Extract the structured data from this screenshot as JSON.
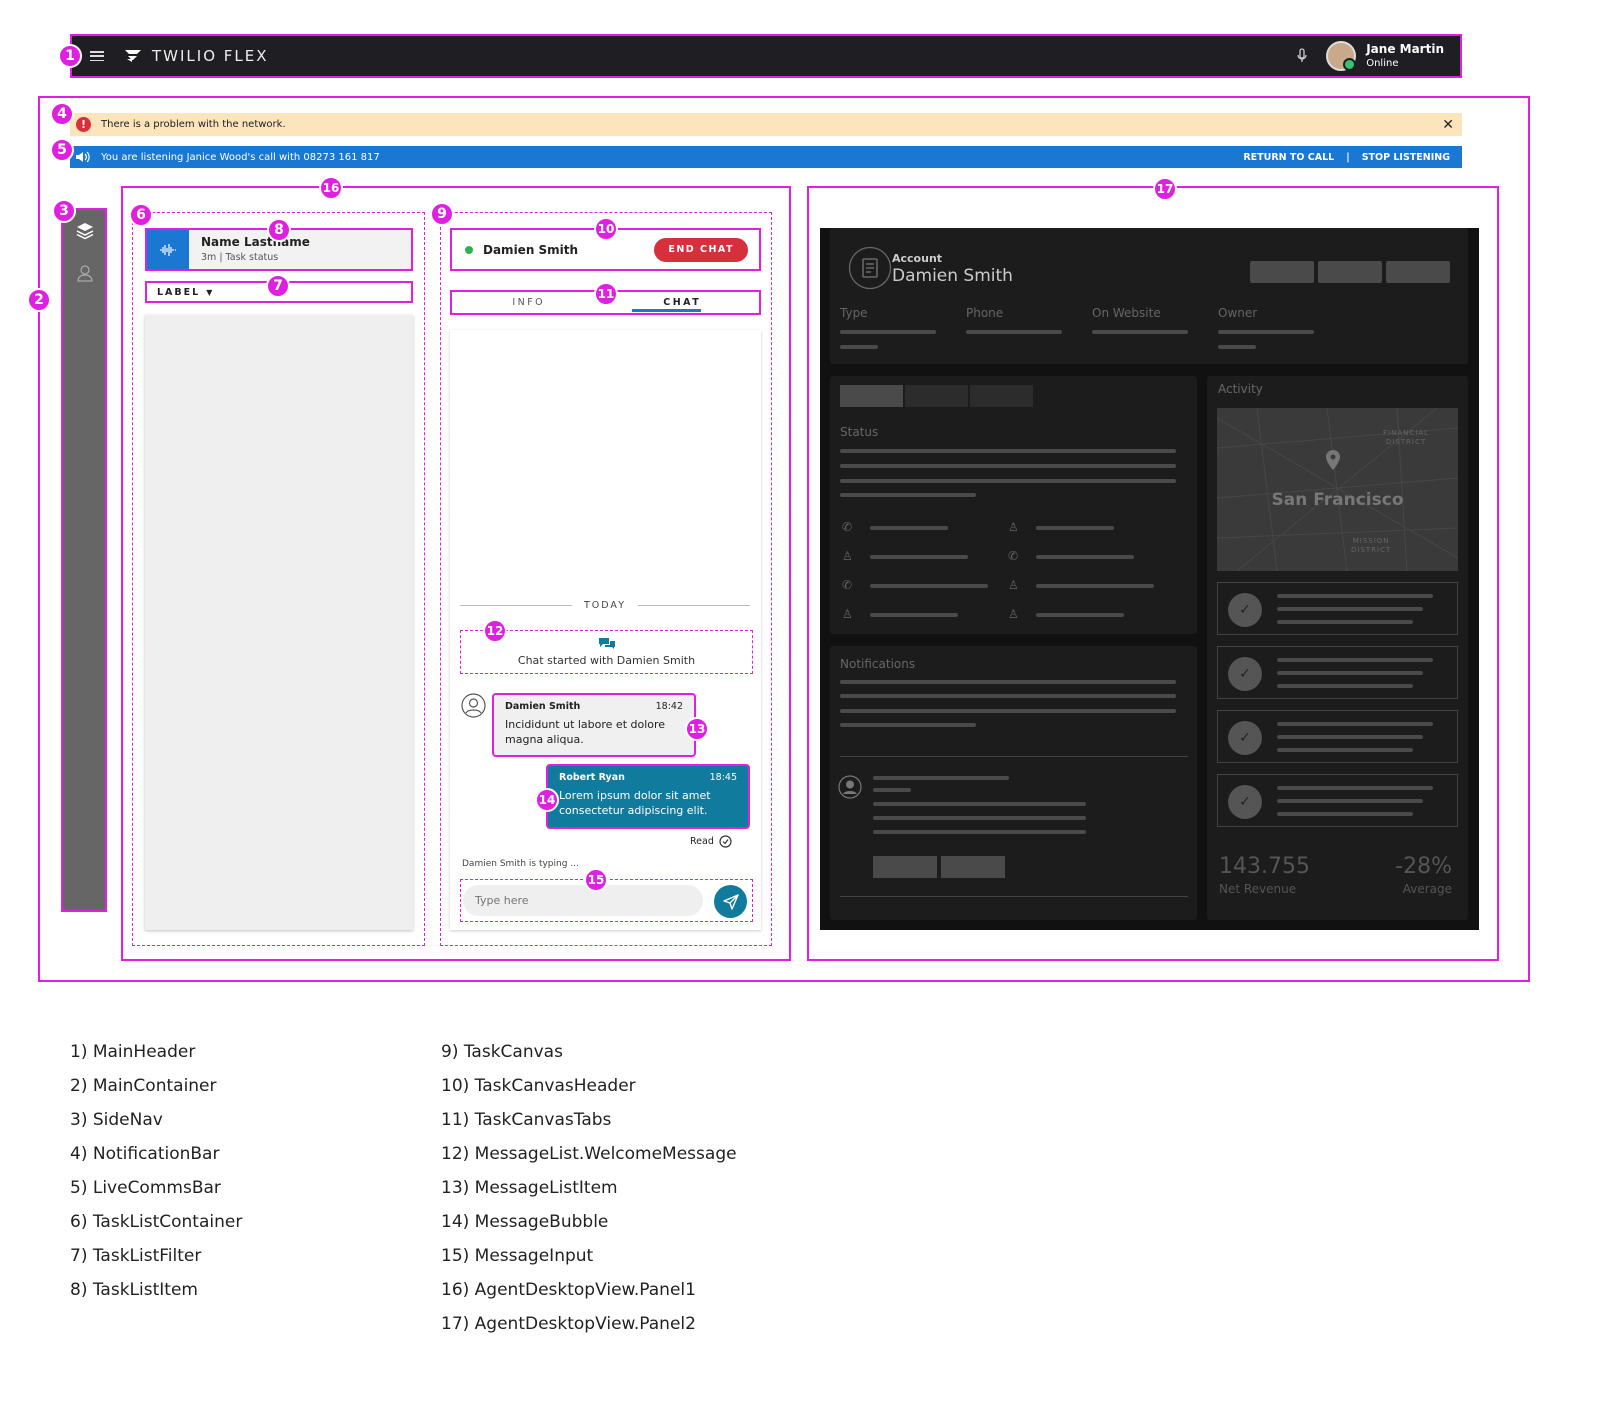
{
  "header": {
    "brand": "TWILIO FLEX",
    "user_name": "Jane Martin",
    "user_status": "Online"
  },
  "notification": {
    "text": "There is a problem with the network."
  },
  "live_comms": {
    "text": "You are listening Janice Wood's call with 08273 161 817",
    "return_label": "RETURN TO CALL",
    "separator": "|",
    "stop_label": "STOP LISTENING"
  },
  "task_item": {
    "name": "Name Lastname",
    "status": "3m | Task status"
  },
  "task_filter": {
    "label": "LABEL"
  },
  "task_canvas": {
    "contact": "Damien Smith",
    "end_chat": "END CHAT",
    "tabs": [
      "INFO",
      "CHAT"
    ],
    "active_tab": "CHAT"
  },
  "chat": {
    "day_divider": "TODAY",
    "welcome": "Chat started with Damien Smith",
    "messages": [
      {
        "author": "Damien Smith",
        "time": "18:42",
        "line1": "Incididunt ut labore et dolore",
        "line2": "magna aliqua."
      },
      {
        "author": "Robert Ryan",
        "time": "18:45",
        "line1": "Lorem ipsum dolor sit amet",
        "line2": "consectetur adipiscing elit."
      }
    ],
    "read_label": "Read",
    "typing": "Damien Smith is typing ...",
    "input_placeholder": "Type here"
  },
  "crm": {
    "account_label": "Account",
    "account_name": "Damien Smith",
    "fields": [
      "Type",
      "Phone",
      "On Website",
      "Owner"
    ],
    "status_label": "Status",
    "activity_label": "Activity",
    "map_city": "San Francisco",
    "map_district_1a": "FINANCIAL",
    "map_district_1b": "DISTRICT",
    "map_district_2a": "MISSION",
    "map_district_2b": "DISTRICT",
    "notifications_label": "Notifications",
    "kpi_value": "143.755",
    "kpi_label": "Net Revenue",
    "kpi2_value": "-28%",
    "kpi2_label": "Average"
  },
  "badges": [
    "1",
    "2",
    "3",
    "4",
    "5",
    "6",
    "7",
    "8",
    "9",
    "10",
    "11",
    "12",
    "13",
    "14",
    "15",
    "16",
    "17"
  ],
  "legend_left": [
    "1) MainHeader",
    "2) MainContainer",
    "3) SideNav",
    "4) NotificationBar",
    "5) LiveCommsBar",
    "6) TaskListContainer",
    "7) TaskListFilter",
    "8) TaskListItem"
  ],
  "legend_right": [
    "9) TaskCanvas",
    "10) TaskCanvasHeader",
    "11) TaskCanvasTabs",
    "12) MessageList.WelcomeMessage",
    "13) MessageListItem",
    "14) MessageBubble",
    "15) MessageInput",
    "16) AgentDesktopView.Panel1",
    "17) AgentDesktopView.Panel2"
  ],
  "colors": {
    "highlight": "#e020e0",
    "header_bg": "#1f1f23",
    "notification_bg": "#fce4bc",
    "live_bg": "#1a77d2",
    "end_chat": "#d6303d",
    "agent_bubble": "#117b9d"
  }
}
